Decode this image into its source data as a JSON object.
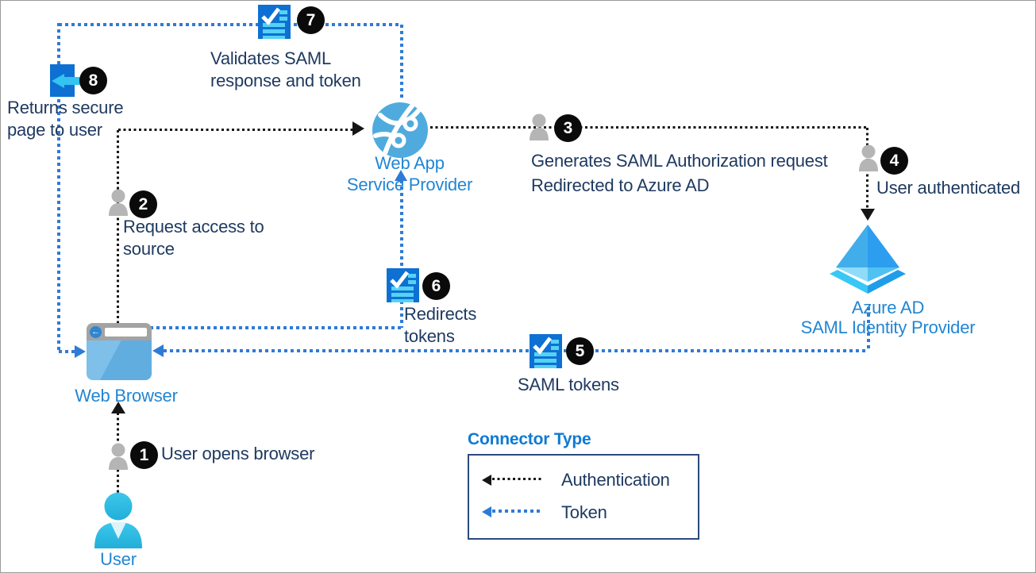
{
  "nodes": {
    "user": {
      "label": "User"
    },
    "web_browser": {
      "label": "Web Browser"
    },
    "web_app": {
      "line1": "Web App",
      "line2": "Service Provider"
    },
    "azure_ad": {
      "line1": "Azure AD",
      "line2": "SAML Identity Provider"
    }
  },
  "steps": {
    "1": {
      "badge": "1",
      "label": "User opens browser"
    },
    "2": {
      "badge": "2",
      "label": "Request access to source"
    },
    "3": {
      "badge": "3",
      "line1": "Generates SAML Authorization request",
      "line2": "Redirected to Azure AD"
    },
    "4": {
      "badge": "4",
      "label": "User authenticated"
    },
    "5": {
      "badge": "5",
      "label": "SAML tokens"
    },
    "6": {
      "badge": "6",
      "label": "Redirects tokens"
    },
    "7": {
      "badge": "7",
      "label": "Validates SAML response and token"
    },
    "8": {
      "badge": "8",
      "label": "Returns secure page to user"
    }
  },
  "legend": {
    "title": "Connector Type",
    "items": [
      {
        "label": "Authentication",
        "color": "#151515"
      },
      {
        "label": "Token",
        "color": "#2e7bd6"
      }
    ]
  }
}
